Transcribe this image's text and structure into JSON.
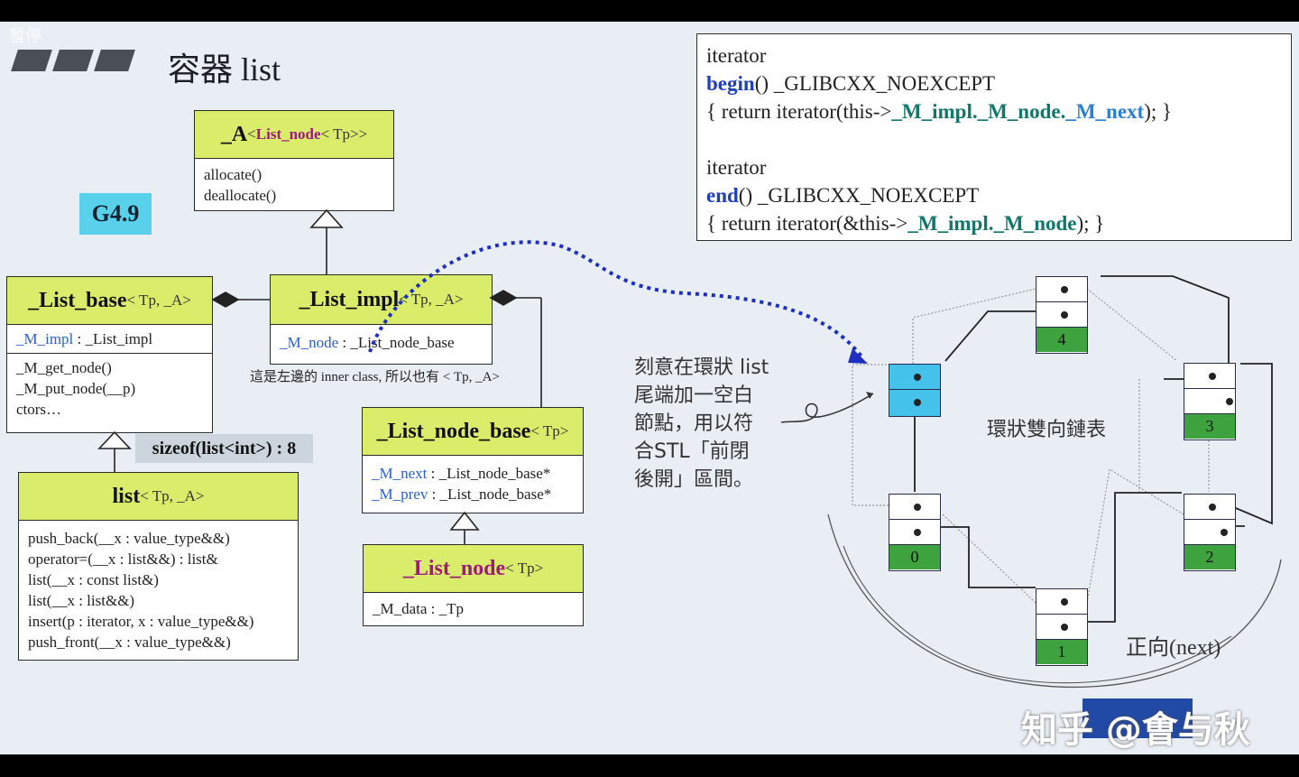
{
  "overlay": {
    "pause": "暂停"
  },
  "title": "容器 list",
  "badge": "G4.9",
  "alloc_box": {
    "name": "_A",
    "targs_pre": "< ",
    "targs_mid": "List_node",
    "targs_post": "< Tp>>",
    "methods": [
      "allocate()",
      "deallocate()"
    ]
  },
  "list_base": {
    "name": "_List_base",
    "targs": "< Tp, _A>",
    "member_name": "_M_impl",
    "member_type": " : _List_impl",
    "methods": [
      "_M_get_node()",
      "_M_put_node(__p)",
      "ctors…"
    ]
  },
  "list_impl": {
    "name": "_List_impl",
    "targs": "< Tp, _A>",
    "member_name": "_M_node",
    "member_type": " : _List_node_base"
  },
  "inner_note": "這是左邊的 inner class, 所以也有 < Tp, _A>",
  "sizeof_label": "sizeof(list<int>) : 8",
  "list_box": {
    "name": "list",
    "targs": "< Tp, _A>",
    "methods": [
      "push_back(__x : value_type&&)",
      "operator=(__x : list&&) : list&",
      "list(__x : const list&)",
      "list(__x : list&&)",
      "insert(p : iterator, x : value_type&&)",
      "push_front(__x : value_type&&)"
    ]
  },
  "node_base": {
    "name": "_List_node_base",
    "targs": "< Tp>",
    "fields": [
      {
        "name": "_M_next",
        "type": " : _List_node_base*"
      },
      {
        "name": "_M_prev",
        "type": " : _List_node_base*"
      }
    ]
  },
  "list_node": {
    "name": "_List_node",
    "targs": "< Tp>",
    "field": "_M_data : _Tp"
  },
  "code": {
    "l1": "iterator",
    "l2_kw": "begin",
    "l2_rest": "() _GLIBCXX_NOEXCEPT",
    "l3_a": "{ return iterator(this->",
    "l3_b": "_M_impl.",
    "l3_c": "_M_node.",
    "l3_d": "_M_next",
    "l3_e": "); }",
    "l4": "iterator",
    "l5_kw": "end",
    "l5_rest": "() _GLIBCXX_NOEXCEPT",
    "l6_a": "{ return iterator(&this->",
    "l6_b": "_M_impl.",
    "l6_c": "_M_node",
    "l6_d": "); }"
  },
  "explain_lines": [
    "刻意在環狀 list",
    "尾端加一空白",
    "節點，用以符",
    "合STL「前閉",
    "後開」區間。"
  ],
  "circular_label": "環狀雙向鏈表",
  "forward_label": "正向(next)",
  "nodes": [
    "0",
    "1",
    "2",
    "3",
    "4"
  ],
  "watermark": "知乎 @㑹与秋"
}
